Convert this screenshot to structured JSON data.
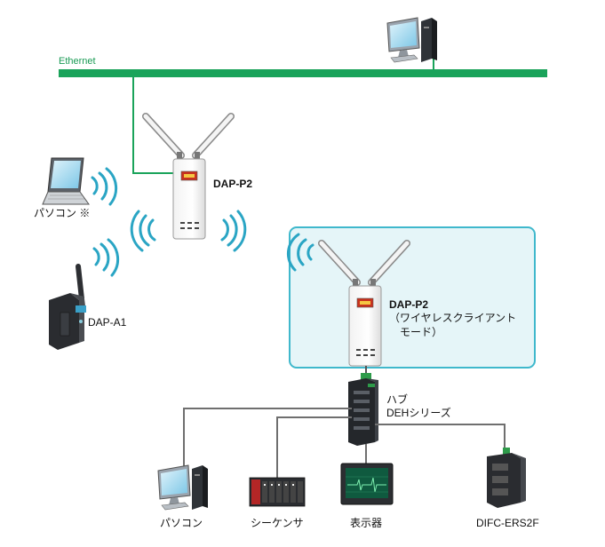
{
  "network": {
    "ethernet_label": "Ethernet",
    "ethernet_color": "#1aa35a",
    "client_panel_color": "#e5f5f8",
    "client_panel_border": "#3fb8cc"
  },
  "devices": {
    "access_point": {
      "label": "DAP-P2"
    },
    "laptop": {
      "label": "パソコン ※"
    },
    "dap_a1": {
      "label": "DAP-A1"
    },
    "client_ap": {
      "label": "DAP-P2",
      "mode_line1": "（ワイヤレスクライアント",
      "mode_line2": "モード）"
    },
    "hub": {
      "line1": "ハブ",
      "line2": "DEHシリーズ"
    },
    "pc_bottom": {
      "label": "パソコン"
    },
    "sequencer": {
      "label": "シーケンサ"
    },
    "display": {
      "label": "表示器"
    },
    "difc": {
      "label": "DIFC-ERS2F"
    }
  }
}
